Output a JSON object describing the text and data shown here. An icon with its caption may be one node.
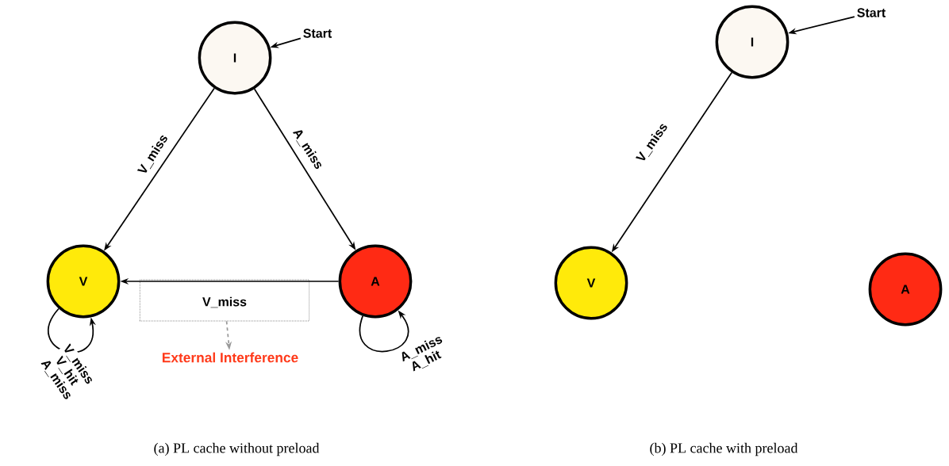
{
  "diagram": {
    "nodes": [
      {
        "text": [
          "Start"
        ]
      },
      {
        "text": [
          "I"
        ]
      },
      {
        "text": [
          "V"
        ]
      },
      {
        "text": [
          "V_miss"
        ]
      },
      {
        "text": [
          "External Interference"
        ]
      },
      {
        "text": [
          "A"
        ]
      },
      {
        "text": [
          "Start"
        ]
      },
      {
        "text": [
          "I"
        ]
      },
      {
        "text": [
          "V"
        ]
      },
      {
        "text": [
          "A"
        ]
      }
    ],
    "edges": [
      {
        "from": 0,
        "to": 1,
        "arrow": "to"
      },
      {
        "from": 1,
        "to": 2,
        "arrow": "to",
        "label": "V_miss"
      },
      {
        "from": 1,
        "to": 5,
        "arrow": "to",
        "label": "A_miss"
      },
      {
        "from": 5,
        "to": 2,
        "arrow": "to"
      },
      {
        "from": 3,
        "to": 4,
        "arrow": "to",
        "style": "dashed",
        "color": "#999999"
      },
      {
        "from": 2,
        "to": 2,
        "arrow": "to",
        "label": "V_miss V_hit A_miss"
      },
      {
        "from": 5,
        "to": 5,
        "arrow": "to",
        "label": "A_miss A_hit"
      },
      {
        "from": 6,
        "to": 7,
        "arrow": "to"
      },
      {
        "from": 7,
        "to": 8,
        "arrow": "to",
        "label": "V_miss"
      }
    ],
    "labels": [
      "(a) PL cache without preload",
      "(b) PL cache with preload"
    ]
  }
}
